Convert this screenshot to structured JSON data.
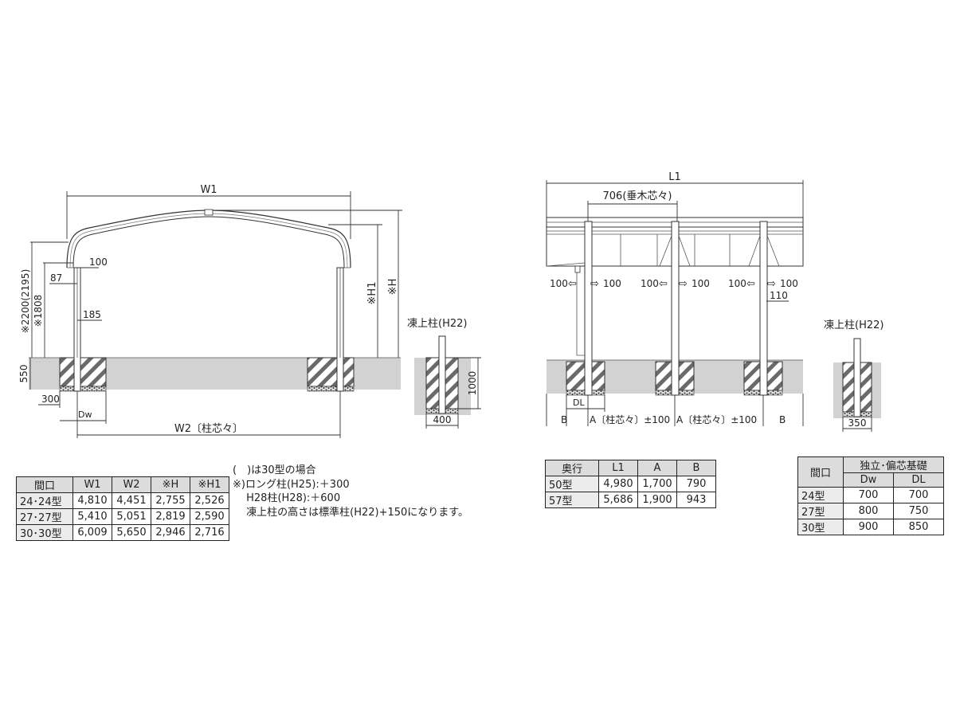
{
  "front": {
    "w1": "W1",
    "w2": "W2〔柱芯々〕",
    "h": "※H",
    "h1": "※H1",
    "height_total": "※2200(2195)",
    "height_1808": "※1808",
    "dim_100": "100",
    "dim_87": "87",
    "dim_185": "185",
    "dim_550": "550",
    "dim_300": "300",
    "dw": "Dw"
  },
  "frost_left": {
    "title": "凍上柱(H22)",
    "depth": "1000",
    "width": "400"
  },
  "side": {
    "l1": "L1",
    "rafter": "706(垂木芯々)",
    "offset_100": "100",
    "arrow_left": "⇦",
    "arrow_right": "⇨",
    "dim_110": "110",
    "dl": "DL",
    "b": "B",
    "a_span": "A〔柱芯々〕±100"
  },
  "frost_right": {
    "title": "凍上柱(H22)",
    "width": "350"
  },
  "table_front": {
    "headers": [
      "間口",
      "W1",
      "W2",
      "※H",
      "※H1"
    ],
    "rows": [
      [
        "24･24型",
        "4,810",
        "4,451",
        "2,755",
        "2,526"
      ],
      [
        "27･27型",
        "5,410",
        "5,051",
        "2,819",
        "2,590"
      ],
      [
        "30･30型",
        "6,009",
        "5,650",
        "2,946",
        "2,716"
      ]
    ]
  },
  "notes": [
    "(　)は30型の場合",
    "※)ロング柱(H25):＋300",
    "　 H28柱(H28):＋600",
    "　 凍上柱の高さは標準柱(H22)+150になります。"
  ],
  "table_depth": {
    "headers": [
      "奥行",
      "L1",
      "A",
      "B"
    ],
    "rows": [
      [
        "50型",
        "4,980",
        "1,700",
        "790"
      ],
      [
        "57型",
        "5,686",
        "1,900",
        "943"
      ]
    ]
  },
  "table_foundation": {
    "header_row": "間口",
    "header_group": "独立･偏芯基礎",
    "sub_headers": [
      "Dw",
      "DL"
    ],
    "rows": [
      [
        "24型",
        "700",
        "700"
      ],
      [
        "27型",
        "800",
        "750"
      ],
      [
        "30型",
        "900",
        "850"
      ]
    ]
  },
  "colors": {
    "ground": "#d2d2d2",
    "line": "#333333",
    "header": "#dcdcdc"
  }
}
